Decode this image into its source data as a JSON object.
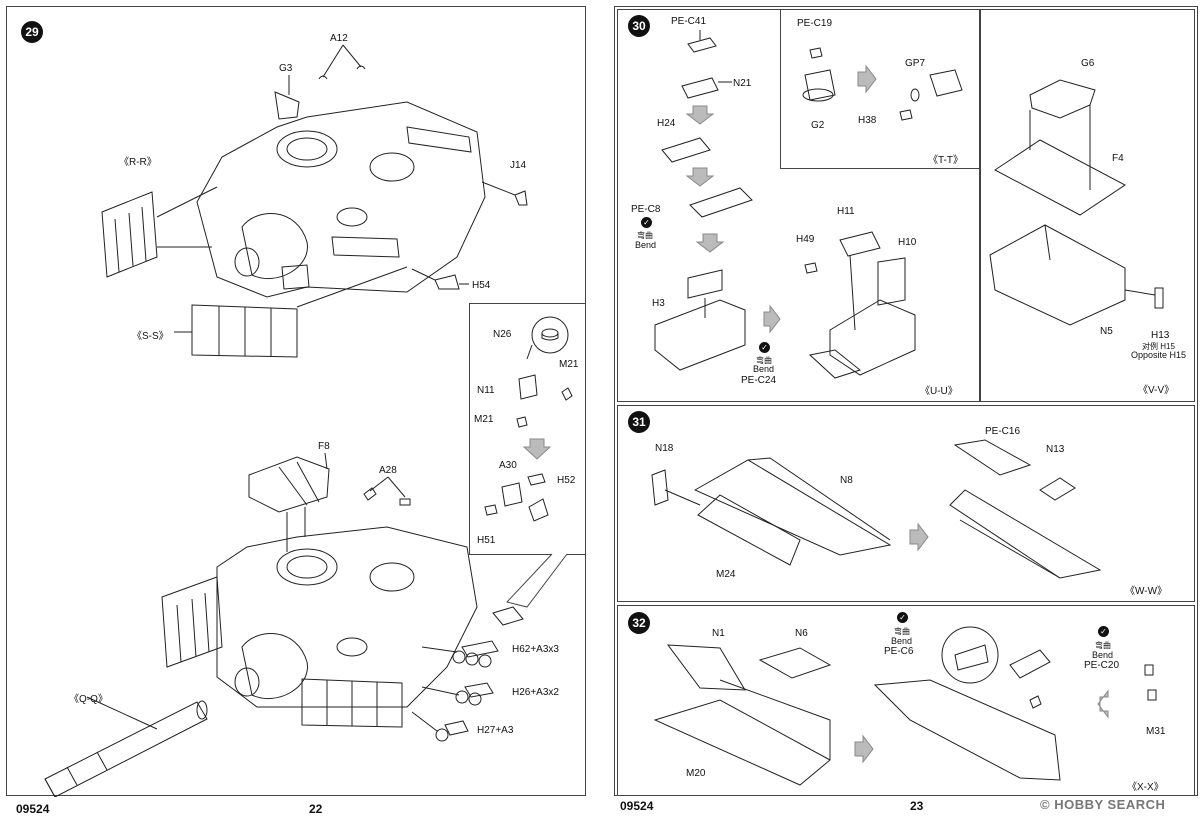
{
  "footer": {
    "left_code": "09524",
    "left_page": "22",
    "right_code": "09524",
    "right_page": "23"
  },
  "watermark": "© HOBBY SEARCH",
  "bend": {
    "cn": "弯曲",
    "en": "Bend"
  },
  "steps": {
    "s29": "29",
    "s30": "30",
    "s31": "31",
    "s32": "32"
  },
  "step29": {
    "labels": {
      "A12": "A12",
      "G3": "G3",
      "J14": "J14",
      "H54": "H54",
      "RR": "《R-R》",
      "SS": "《S-S》",
      "N26": "N26",
      "M21a": "M21",
      "N11": "N11",
      "M21b": "M21",
      "A30": "A30",
      "H52": "H52",
      "H51": "H51",
      "F8": "F8",
      "A28": "A28",
      "H62": "H62+A3x3",
      "H26": "H26+A3x2",
      "H27": "H27+A3",
      "QQ": "《Q-Q》"
    }
  },
  "step30": {
    "labels": {
      "PEC41": "PE-C41",
      "N21": "N21",
      "H24": "H24",
      "PEC8": "PE-C8",
      "H3": "H3",
      "PEC24": "PE-C24",
      "H11": "H11",
      "H49": "H49",
      "H10": "H10",
      "UU": "《U-U》",
      "PEC19": "PE-C19",
      "G2": "G2",
      "GP7": "GP7",
      "H38": "H38",
      "TT": "《T-T》",
      "G6": "G6",
      "F4": "F4",
      "N5": "N5",
      "H13": "H13",
      "H15cn": "对例 H15",
      "H15en": "Opposite H15",
      "VV": "《V-V》"
    }
  },
  "step31": {
    "labels": {
      "N18": "N18",
      "N8": "N8",
      "M24": "M24",
      "PEC16": "PE-C16",
      "N13": "N13",
      "WW": "《W-W》"
    }
  },
  "step32": {
    "labels": {
      "N1": "N1",
      "N6": "N6",
      "M20": "M20",
      "PEC6": "PE-C6",
      "PEC20": "PE-C20",
      "M31": "M31",
      "XX": "《X-X》"
    }
  }
}
